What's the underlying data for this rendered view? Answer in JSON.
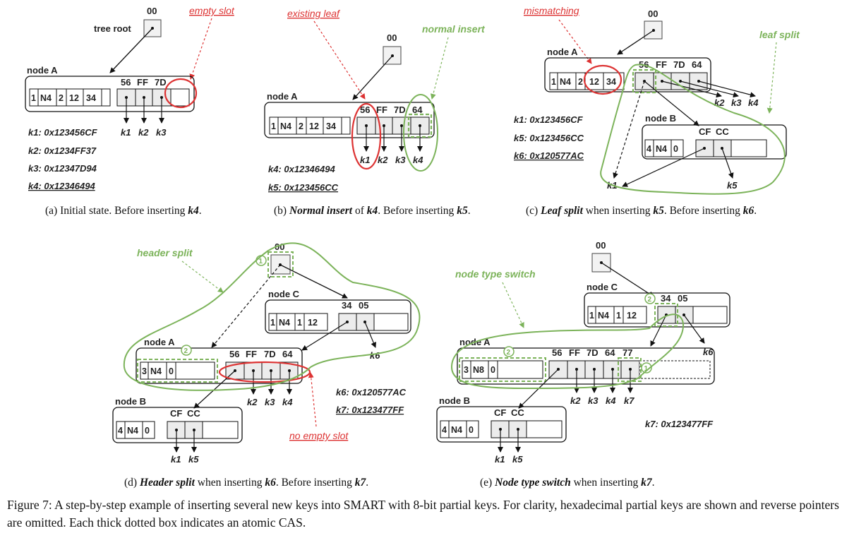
{
  "panels": {
    "a": {
      "root_value": "00",
      "tree_root_label": "tree root",
      "empty_slot_label": "empty slot",
      "node_label": "node A",
      "header_cells": [
        "1",
        "N4",
        "2",
        "12",
        "34"
      ],
      "partial_keys": [
        "56",
        "FF",
        "7D"
      ],
      "leaf_keys": [
        "k1",
        "k2",
        "k3"
      ],
      "key_list": [
        "k1: 0x123456CF",
        "k2: 0x1234FF37",
        "k3: 0x12347D94",
        "k4: 0x12346494"
      ],
      "caption": {
        "prefix": "(a) Initial state. Before inserting ",
        "k": "k4",
        "suffix": "."
      }
    },
    "b": {
      "root_value": "00",
      "existing_leaf_label": "existing leaf",
      "normal_insert_label": "normal insert",
      "node_label": "node A",
      "header_cells": [
        "1",
        "N4",
        "2",
        "12",
        "34"
      ],
      "partial_keys": [
        "56",
        "FF",
        "7D",
        "64"
      ],
      "leaf_keys": [
        "k1",
        "k2",
        "k3",
        "k4"
      ],
      "key_list": [
        "k4: 0x12346494",
        "k5: 0x123456CC"
      ],
      "caption": {
        "prefix": "(b) ",
        "bold": "Normal insert",
        "mid": " of ",
        "k1": "k4",
        "mid2": ". Before inserting ",
        "k2": "k5",
        "suffix": "."
      }
    },
    "c": {
      "root_value": "00",
      "mismatching_label": "mismatching",
      "leaf_split_label": "leaf split",
      "node_a_label": "node A",
      "node_a_header": [
        "1",
        "N4",
        "2",
        "12",
        "34"
      ],
      "node_a_keys": [
        "56",
        "FF",
        "7D",
        "64"
      ],
      "node_a_leaf_keys": [
        "k2",
        "k3",
        "k4"
      ],
      "node_b_label": "node B",
      "node_b_header": [
        "4",
        "N4",
        "0"
      ],
      "node_b_keys": [
        "CF",
        "CC"
      ],
      "leaf_keys": [
        "k1",
        "k5"
      ],
      "key_list": [
        "k1: 0x123456CF",
        "k5: 0x123456CC",
        "k6: 0x120577AC"
      ],
      "caption": {
        "prefix": "(c) ",
        "bold": "Leaf split",
        "mid": " when inserting ",
        "k1": "k5",
        "mid2": ". Before inserting ",
        "k2": "k6",
        "suffix": "."
      }
    },
    "d": {
      "root_value": "00",
      "header_split_label": "header split",
      "no_empty_slot_label": "no empty slot",
      "circle_1": "1",
      "circle_2": "2",
      "node_c_label": "node C",
      "node_c_header": [
        "1",
        "N4",
        "1",
        "12"
      ],
      "node_c_keys": [
        "34",
        "05"
      ],
      "node_a_label": "node A",
      "node_a_header": [
        "3",
        "N4",
        "0"
      ],
      "node_a_keys": [
        "56",
        "FF",
        "7D",
        "64"
      ],
      "node_a_leaf_keys": [
        "k2",
        "k3",
        "k4"
      ],
      "node_b_label": "node B",
      "node_b_header": [
        "4",
        "N4",
        "0"
      ],
      "node_b_keys": [
        "CF",
        "CC"
      ],
      "node_b_leaf_keys": [
        "k1",
        "k5"
      ],
      "k6_label": "k6",
      "key_list": [
        "k6: 0x120577AC",
        "k7: 0x123477FF"
      ],
      "caption": {
        "prefix": "(d) ",
        "bold": "Header split",
        "mid": " when inserting ",
        "k1": "k6",
        "mid2": ". Before inserting ",
        "k2": "k7",
        "suffix": "."
      }
    },
    "e": {
      "root_value": "00",
      "node_type_switch_label": "node type switch",
      "circle_1": "1",
      "circle_2": "2",
      "node_c_label": "node C",
      "node_c_header": [
        "1",
        "N4",
        "1",
        "12"
      ],
      "node_c_keys": [
        "34",
        "05"
      ],
      "node_a_label": "node A",
      "node_a_header": [
        "3",
        "N8",
        "0"
      ],
      "node_a_keys": [
        "56",
        "FF",
        "7D",
        "64",
        "77"
      ],
      "node_a_leaf_keys": [
        "k2",
        "k3",
        "k4",
        "k7"
      ],
      "node_b_label": "node B",
      "node_b_header": [
        "4",
        "N4",
        "0"
      ],
      "node_b_keys": [
        "CF",
        "CC"
      ],
      "node_b_leaf_keys": [
        "k1",
        "k5"
      ],
      "k6_label": "k6",
      "key_list": [
        "k7: 0x123477FF"
      ],
      "caption": {
        "prefix": "(e) ",
        "bold": "Node type switch",
        "mid": " when inserting ",
        "k1": "k7",
        "suffix": "."
      }
    }
  },
  "figure_caption": "Figure 7: A step-by-step example of inserting several new keys into SMART with 8-bit partial keys. For clarity, hexadecimal partial keys are shown and reverse pointers are omitted. Each thick dotted box indicates an atomic CAS.",
  "colors": {
    "red": "#dd3333",
    "green": "#7cb35a",
    "slot_fill": "#ececec",
    "line": "#111111"
  }
}
